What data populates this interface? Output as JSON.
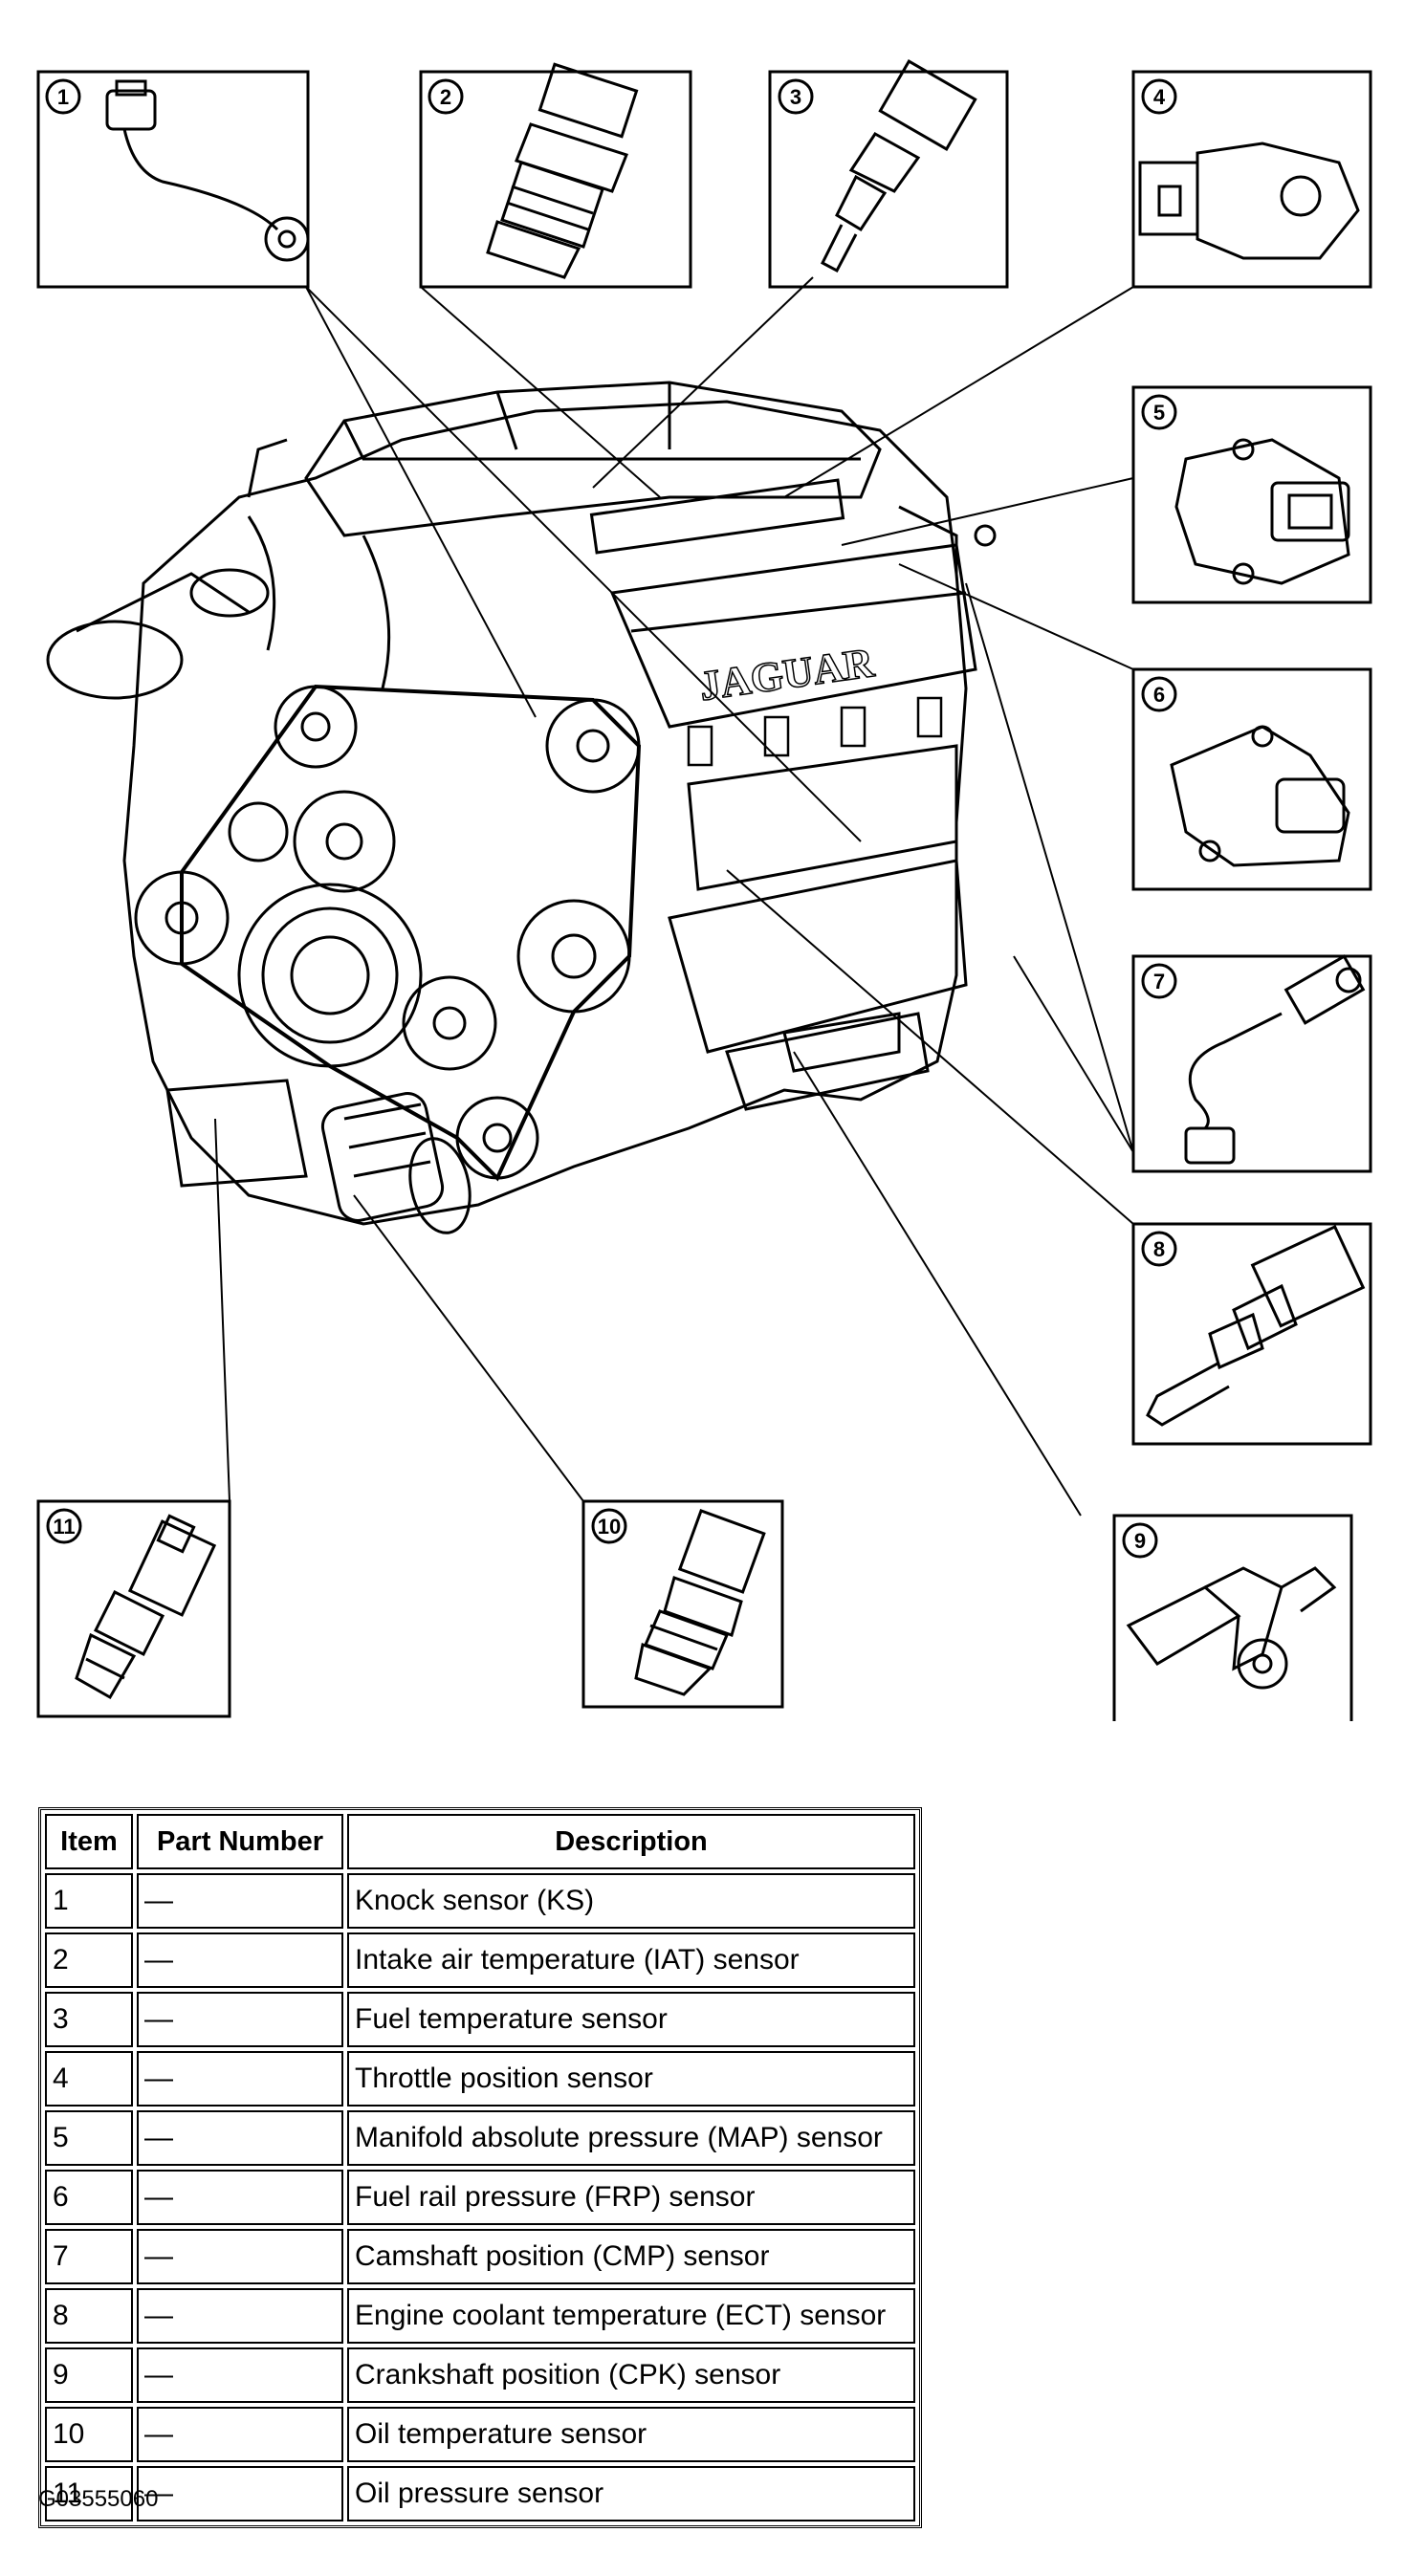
{
  "diagram": {
    "engine_brand_text": "JAGUAR",
    "callouts": [
      {
        "number": "1",
        "icon": "knock-sensor-icon"
      },
      {
        "number": "2",
        "icon": "iat-sensor-icon"
      },
      {
        "number": "3",
        "icon": "fuel-temp-sensor-icon"
      },
      {
        "number": "4",
        "icon": "throttle-position-sensor-icon"
      },
      {
        "number": "5",
        "icon": "map-sensor-icon"
      },
      {
        "number": "6",
        "icon": "frp-sensor-icon"
      },
      {
        "number": "7",
        "icon": "cmp-sensor-icon"
      },
      {
        "number": "8",
        "icon": "ect-sensor-icon"
      },
      {
        "number": "9",
        "icon": "crankshaft-sensor-icon"
      },
      {
        "number": "10",
        "icon": "oil-temp-sensor-icon"
      },
      {
        "number": "11",
        "icon": "oil-pressure-sensor-icon"
      }
    ]
  },
  "table": {
    "headers": {
      "item": "Item",
      "part_number": "Part Number",
      "description": "Description"
    },
    "rows": [
      {
        "item": "1",
        "part_number": "—",
        "description": "Knock sensor (KS)"
      },
      {
        "item": "2",
        "part_number": "—",
        "description": "Intake air temperature (IAT) sensor"
      },
      {
        "item": "3",
        "part_number": "—",
        "description": "Fuel temperature sensor"
      },
      {
        "item": "4",
        "part_number": "—",
        "description": "Throttle position sensor"
      },
      {
        "item": "5",
        "part_number": "—",
        "description": "Manifold absolute pressure (MAP) sensor"
      },
      {
        "item": "6",
        "part_number": "—",
        "description": "Fuel rail pressure (FRP) sensor"
      },
      {
        "item": "7",
        "part_number": "—",
        "description": "Camshaft position (CMP) sensor"
      },
      {
        "item": "8",
        "part_number": "—",
        "description": "Engine coolant temperature (ECT) sensor"
      },
      {
        "item": "9",
        "part_number": "—",
        "description": "Crankshaft position (CPK) sensor"
      },
      {
        "item": "10",
        "part_number": "—",
        "description": "Oil temperature sensor"
      },
      {
        "item": "11",
        "part_number": "—",
        "description": "Oil pressure sensor"
      }
    ]
  },
  "figure_code": "G03555060"
}
